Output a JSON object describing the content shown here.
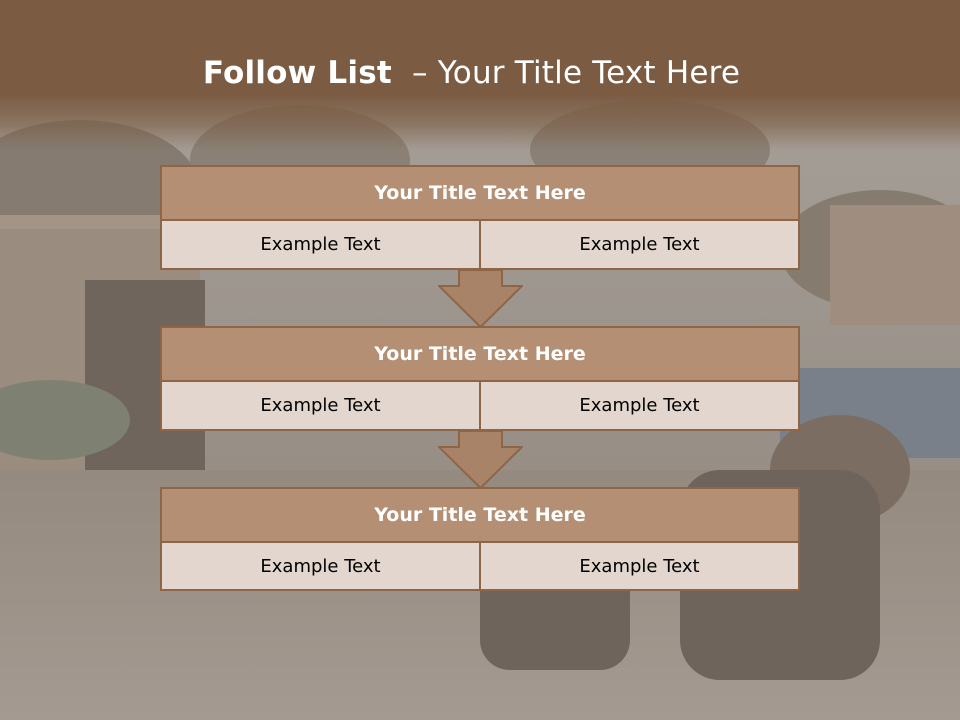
{
  "slide": {
    "title_bold": "Follow List",
    "title_rest": "  – Your Title Text Here"
  },
  "colors": {
    "header": "#7b5c43",
    "block_title_fill": "#b48f73",
    "block_border": "#8f6548",
    "cell_fill": "#e3d6cf",
    "arrow_fill": "#a98368"
  },
  "blocks": [
    {
      "title": "Your Title Text Here",
      "left": "Example Text",
      "right": "Example Text"
    },
    {
      "title": "Your Title Text Here",
      "left": "Example Text",
      "right": "Example Text"
    },
    {
      "title": "Your Title Text Here",
      "left": "Example Text",
      "right": "Example Text"
    }
  ]
}
